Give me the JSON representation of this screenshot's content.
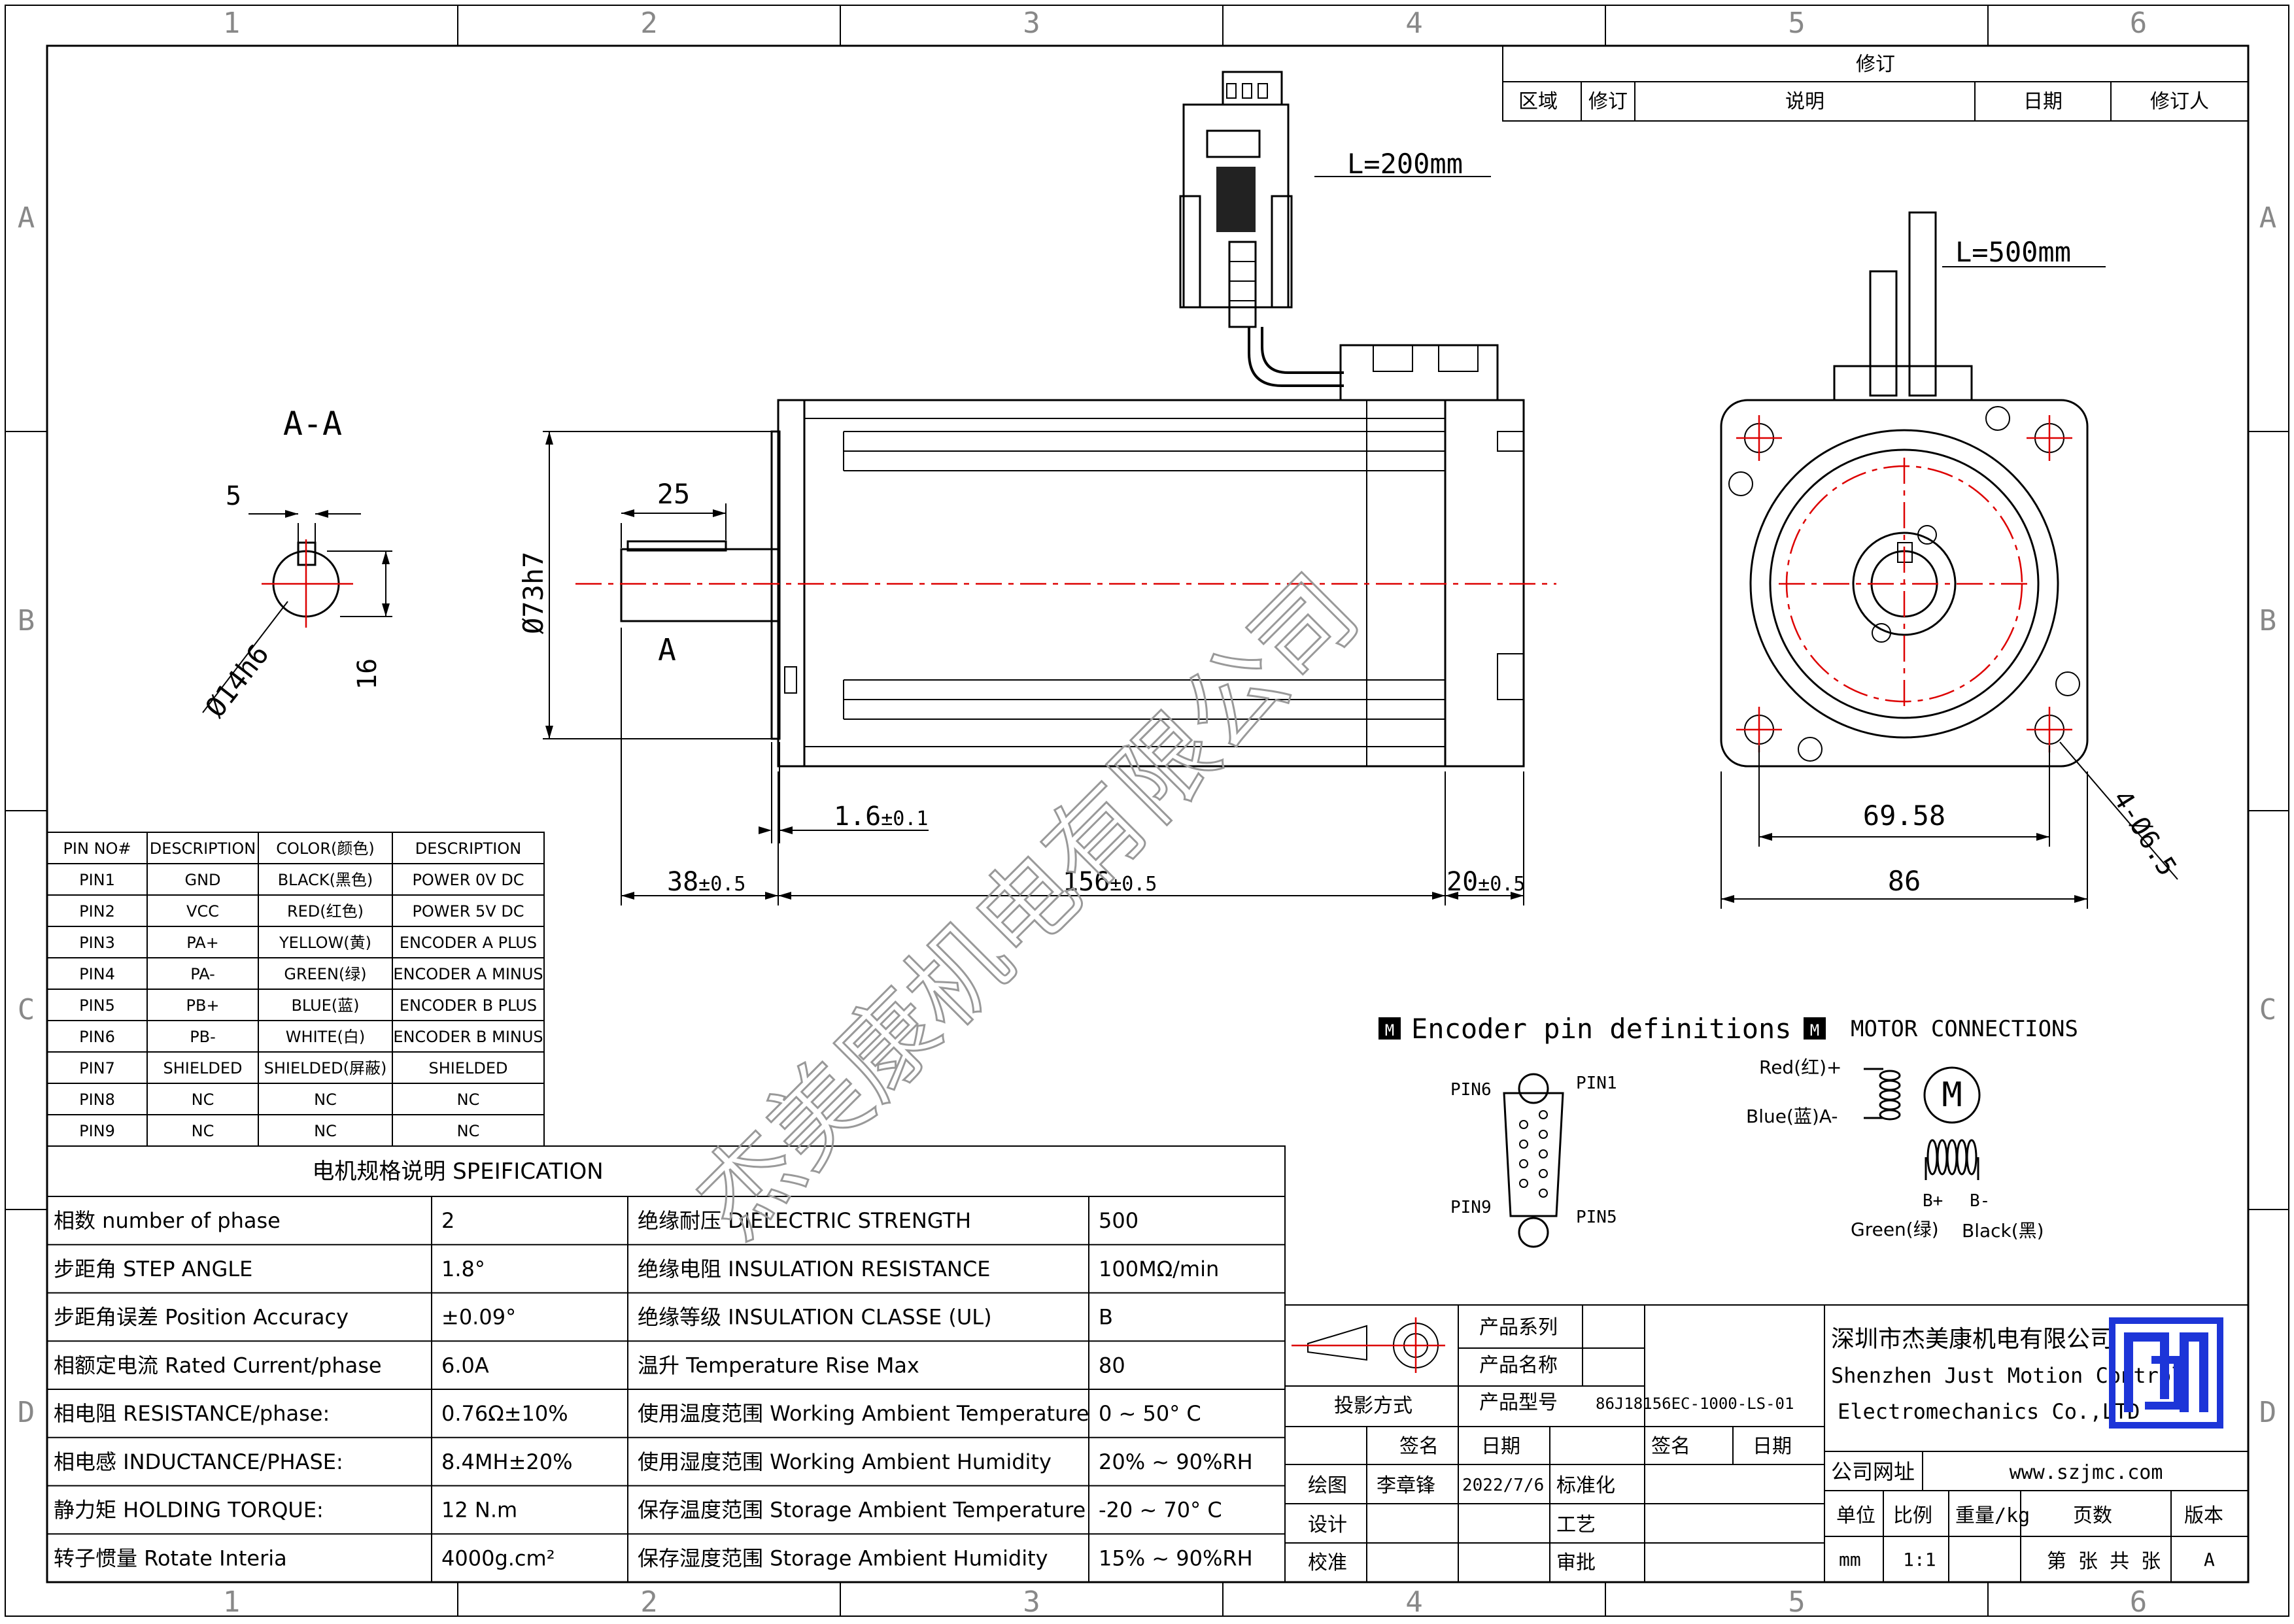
{
  "grid": {
    "cols": [
      "1",
      "2",
      "3",
      "4",
      "5",
      "6"
    ],
    "rows": [
      "A",
      "B",
      "C",
      "D"
    ]
  },
  "revision": {
    "title": "修订",
    "headers": [
      "区域",
      "修订",
      "说明",
      "日期",
      "修订人"
    ]
  },
  "views": {
    "section_title": "A-A",
    "section_label": "A",
    "key_width": "5",
    "key_depth": "16",
    "shaft_dia": "Ø14h6",
    "key_length": "25",
    "pilot_dia": "Ø73h7",
    "pilot_height": "1.6",
    "pilot_tol": "±0.1",
    "shaft_len": "38",
    "shaft_tol": "±0.5",
    "body_len": "156",
    "body_tol": "±0.5",
    "enc_len": "20",
    "enc_tol": "±0.5",
    "cable_enc": "L=200mm",
    "cable_motor": "L=500mm",
    "bolt_pitch": "69.58",
    "flange_size": "86",
    "holes": "4-Ø6.5",
    "watermark": "杰美康机电有限公司"
  },
  "pin_table": {
    "headers": [
      "PIN NO#",
      "DESCRIPTION",
      "COLOR(颜色)",
      "DESCRIPTION"
    ],
    "rows": [
      [
        "PIN1",
        "GND",
        "BLACK(黑色)",
        "POWER 0V DC"
      ],
      [
        "PIN2",
        "VCC",
        "RED(红色)",
        "POWER 5V DC"
      ],
      [
        "PIN3",
        "PA+",
        "YELLOW(黄)",
        "ENCODER A PLUS"
      ],
      [
        "PIN4",
        "PA-",
        "GREEN(绿)",
        "ENCODER A MINUS"
      ],
      [
        "PIN5",
        "PB+",
        "BLUE(蓝)",
        "ENCODER B PLUS"
      ],
      [
        "PIN6",
        "PB-",
        "WHITE(白)",
        "ENCODER B MINUS"
      ],
      [
        "PIN7",
        "SHIELDED",
        "SHIELDED(屏蔽)",
        "SHIELDED"
      ],
      [
        "PIN8",
        "NC",
        "NC",
        "NC"
      ],
      [
        "PIN9",
        "NC",
        "NC",
        "NC"
      ]
    ]
  },
  "spec": {
    "title": "电机规格说明 SPEIFICATION",
    "rows": [
      [
        "相数 number of phase",
        "2",
        "绝缘耐压 DIELECTRIC STRENGTH",
        "500"
      ],
      [
        "步距角 STEP ANGLE",
        "1.8°",
        "绝缘电阻 INSULATION RESISTANCE",
        "100MΩ/min"
      ],
      [
        "步距角误差 Position Accuracy",
        "±0.09°",
        "绝缘等级 INSULATION CLASSE (UL)",
        "B"
      ],
      [
        "相额定电流 Rated Current/phase",
        "6.0A",
        "温升 Temperature Rise Max",
        "80"
      ],
      [
        "相电阻 RESISTANCE/phase:",
        "0.76Ω±10%",
        "使用温度范围 Working Ambient Temperature",
        "0 ~ 50° C"
      ],
      [
        "相电感 INDUCTANCE/PHASE:",
        "8.4MH±20%",
        "使用湿度范围 Working Ambient Humidity",
        "20% ~ 90%RH"
      ],
      [
        "静力矩 HOLDING TORQUE:",
        "12 N.m",
        "保存温度范围 Storage Ambient Temperature",
        "-20 ~ 70° C"
      ],
      [
        "转子惯量 Rotate Interia",
        "4000g.cm²",
        "保存湿度范围 Storage Ambient Humidity",
        "15% ~ 90%RH"
      ]
    ]
  },
  "encoder_pins": {
    "title": "Encoder pin definitions",
    "pin1": "PIN1",
    "pin5": "PIN5",
    "pin6": "PIN6",
    "pin9": "PIN9"
  },
  "motor_conn": {
    "title": "MOTOR CONNECTIONS",
    "red": "Red(红)+",
    "blue": "Blue(蓝)A-",
    "motor": "M",
    "bplus": "B+",
    "bminus": "B-",
    "green": "Green(绿)",
    "black": "Black(黑)"
  },
  "title_block": {
    "product_series": "产品系列",
    "product_name": "产品名称",
    "projection": "投影方式",
    "product_model": "产品型号",
    "model_value": "86J18156EC-1000-LS-01",
    "sign": "签名",
    "date": "日期",
    "sign2": "签名",
    "date2": "日期",
    "draw": "绘图",
    "drawer": "李章锋",
    "draw_date": "2022/7/6",
    "standard": "标准化",
    "design": "设计",
    "process": "工艺",
    "check": "校准",
    "approve": "审批",
    "company_cn": "深圳市杰美康机电有限公司",
    "company_en1": "Shenzhen Just Motion Control",
    "company_en2": "Electromechanics Co.,LTD",
    "website_label": "公司网址",
    "website": "www.szjmc.com",
    "unit_label": "单位",
    "scale_label": "比例",
    "weight_label": "重量/kg",
    "pages_label": "页数",
    "version_label": "版本",
    "unit": "mm",
    "scale": "1:1",
    "pages": "第 张 共 张",
    "version": "A"
  },
  "colors": {
    "accent": "#1d35d8",
    "centerline": "#dd0000"
  }
}
